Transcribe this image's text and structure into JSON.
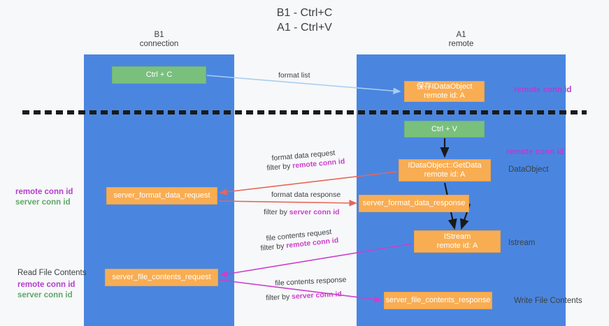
{
  "title": {
    "line1": "B1 - Ctrl+C",
    "line2": "A1 - Ctrl+V"
  },
  "lanes": [
    {
      "id": "b1",
      "name": "B1",
      "role": "connection",
      "color": "#4a86e0"
    },
    {
      "id": "a1",
      "name": "A1",
      "role": "remote",
      "color": "#4a86e0"
    }
  ],
  "nodes": {
    "ctrl_c": {
      "line1": "Ctrl + C",
      "line2": "",
      "color": "#79c07d"
    },
    "save_dataobj": {
      "line1": "保存IDataObject",
      "line2": "remote id: A",
      "color": "#f9ad52"
    },
    "ctrl_v": {
      "line1": "Ctrl + V",
      "line2": "",
      "color": "#79c07d"
    },
    "getdata": {
      "line1": "IDataObject::GetData",
      "line2": "remote id: A",
      "color": "#f9ad52"
    },
    "fmt_req": {
      "line1": "server_format_data_request",
      "line2": "",
      "color": "#f9ad52"
    },
    "fmt_resp": {
      "line1": "server_format_data_response",
      "line2": "",
      "color": "#f9ad52"
    },
    "istream": {
      "line1": "IStream",
      "line2": "remote id: A",
      "color": "#f9ad52"
    },
    "file_req": {
      "line1": "server_file_contents_request",
      "line2": "",
      "color": "#f9ad52"
    },
    "file_resp": {
      "line1": "server_file_contents_response",
      "line2": "",
      "color": "#f9ad52"
    }
  },
  "edge_labels": {
    "format_list": "format list",
    "format_data_request": "format data request",
    "format_data_request_filter_prefix": "filter by ",
    "format_data_request_filter_id": "remote conn id",
    "format_data_response": "format data response",
    "format_data_response_filter_prefix": "filter by ",
    "format_data_response_filter_id": "server conn id",
    "file_contents_request": "file contents request",
    "file_contents_request_filter_prefix": "filter by ",
    "file_contents_request_filter_id": "remote conn id",
    "file_contents_response": "file contents response",
    "file_contents_response_filter_prefix": "filter by ",
    "file_contents_response_filter_id": "server conn id"
  },
  "side_labels": {
    "remote_conn_id_top": "remote conn id",
    "remote_conn_id_mid": "remote conn id",
    "dataobject": "DataObject",
    "istream": "Istream",
    "write_file_contents": "Write File Contents",
    "read_file_contents": "Read File Contents",
    "left_remote_conn_id_1": "remote conn id",
    "left_server_conn_id_1": "server conn id",
    "left_remote_conn_id_2": "remote conn id",
    "left_server_conn_id_2": "server conn id"
  },
  "colors": {
    "lane": "#4a86e0",
    "green_node": "#79c07d",
    "orange_node": "#f9ad52",
    "purple_text": "#b23fcf",
    "green_text": "#5fa86a",
    "magenta_text": "#cc3fcc",
    "red_arrow": "#e8655a",
    "magenta_arrow": "#cc3fcc",
    "light_blue_arrow": "#a8cdf0",
    "black_arrow": "#1a1a1a",
    "background": "#f7f8f9"
  }
}
